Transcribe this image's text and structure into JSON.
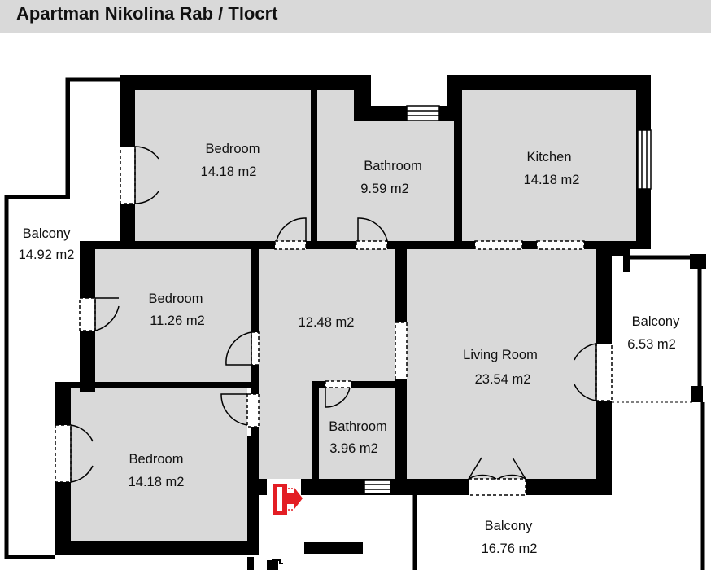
{
  "header": {
    "title": "Apartman Nikolina Rab / Tlocrt"
  },
  "colors": {
    "wall": "#000000",
    "room_fill": "#d9d9d9",
    "exit_sign": "#e31e24",
    "header_bg": "#d9d9d9"
  },
  "rooms": {
    "bedroom_top": {
      "name": "Bedroom",
      "area": "14.18 m2"
    },
    "bathroom_top": {
      "name": "Bathroom",
      "area": "9.59 m2"
    },
    "kitchen": {
      "name": "Kitchen",
      "area": "14.18 m2"
    },
    "balcony_left": {
      "name": "Balcony",
      "area": "14.92 m2"
    },
    "bedroom_mid": {
      "name": "Bedroom",
      "area": "11.26 m2"
    },
    "hallway": {
      "area": "12.48 m2"
    },
    "living_room": {
      "name": "Living Room",
      "area": "23.54 m2"
    },
    "balcony_right": {
      "name": "Balcony",
      "area": "6.53 m2"
    },
    "bathroom_small": {
      "name": "Bathroom",
      "area": "3.96 m2"
    },
    "bedroom_bottom": {
      "name": "Bedroom",
      "area": "14.18 m2"
    },
    "balcony_bottom": {
      "name": "Balcony",
      "area": "16.76 m2"
    }
  },
  "icons": {
    "exit": "exit-sign-icon"
  }
}
